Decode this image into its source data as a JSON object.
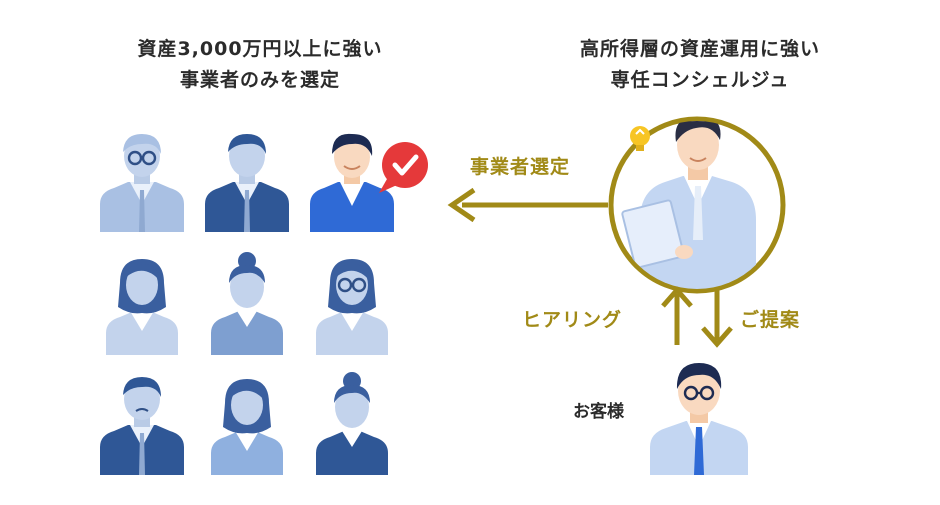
{
  "left_heading": {
    "line1": "資産3,000万円以上に強い",
    "line2": "事業者のみを選定"
  },
  "right_heading": {
    "line1": "高所得層の資産運用に強い",
    "line2": "専任コンシェルジュ"
  },
  "flow_labels": {
    "selection": "事業者選定",
    "hearing": "ヒアリング",
    "proposal": "ご提案",
    "customer": "お客様"
  },
  "colors": {
    "olive": "#a18a17",
    "navy": "#2f5796",
    "light_blue": "#a9c0e3",
    "skin": "#f9d9c0",
    "check_red": "#e5393a"
  },
  "icons": {
    "check": "check-badge-icon",
    "idea": "lightbulb-icon"
  }
}
